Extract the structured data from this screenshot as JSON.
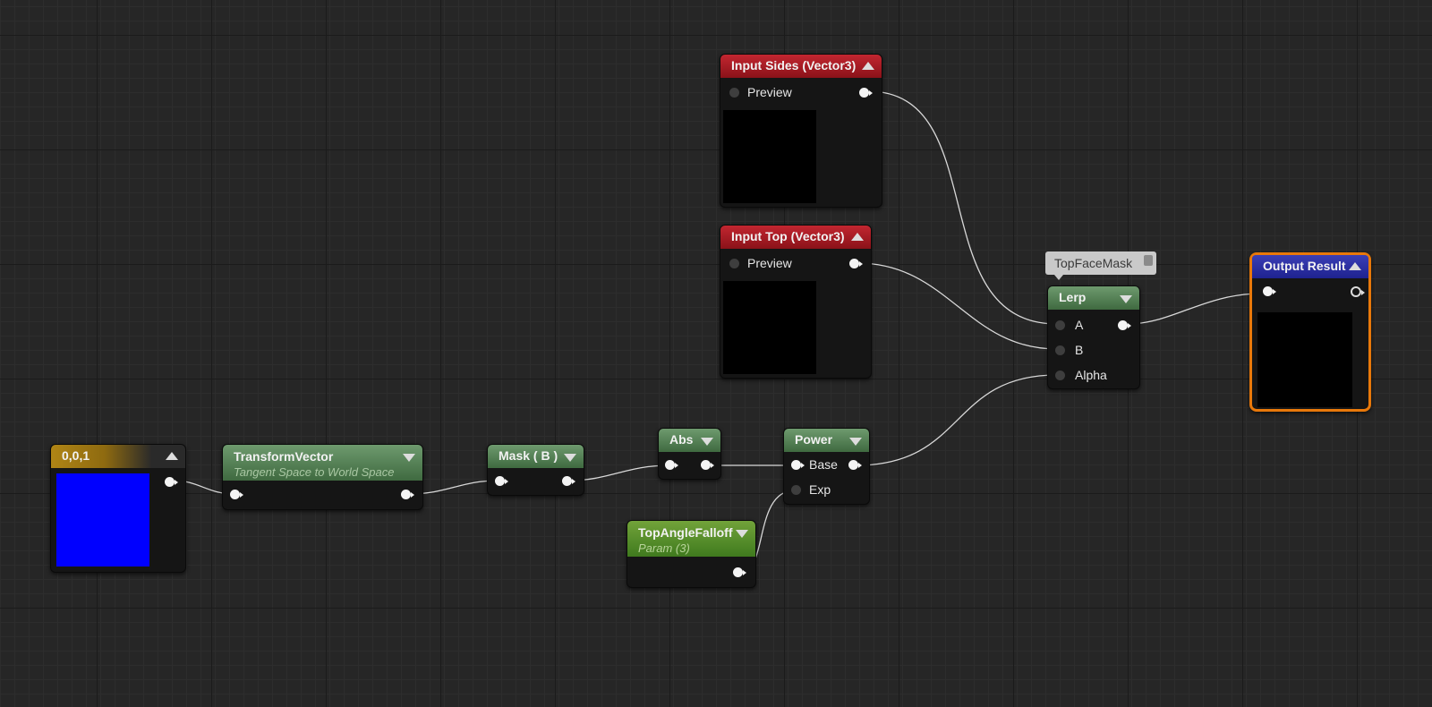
{
  "nodes": {
    "constant": {
      "title": "0,0,1",
      "preview_color": "#0000ff"
    },
    "transform_vector": {
      "title": "TransformVector",
      "subtitle": "Tangent Space to World Space"
    },
    "mask": {
      "title": "Mask ( B )"
    },
    "abs": {
      "title": "Abs"
    },
    "power": {
      "title": "Power",
      "pin_base": "Base",
      "pin_exp": "Exp"
    },
    "top_angle_falloff": {
      "title": "TopAngleFalloff",
      "subtitle": "Param (3)"
    },
    "input_sides": {
      "title": "Input Sides (Vector3)",
      "pin_preview": "Preview"
    },
    "input_top": {
      "title": "Input Top (Vector3)",
      "pin_preview": "Preview"
    },
    "lerp": {
      "title": "Lerp",
      "pin_a": "A",
      "pin_b": "B",
      "pin_alpha": "Alpha",
      "comment": "TopFaceMask"
    },
    "output_result": {
      "title": "Output Result",
      "highlight_color": "#e8780a"
    }
  },
  "colors": {
    "input_header": "#a81c24",
    "function_header": "#4f7f50",
    "param_header": "#5a8f2c",
    "output_header": "#2a2ea3",
    "constant_header": "#a07a12",
    "wire": "#d8d8d8"
  }
}
